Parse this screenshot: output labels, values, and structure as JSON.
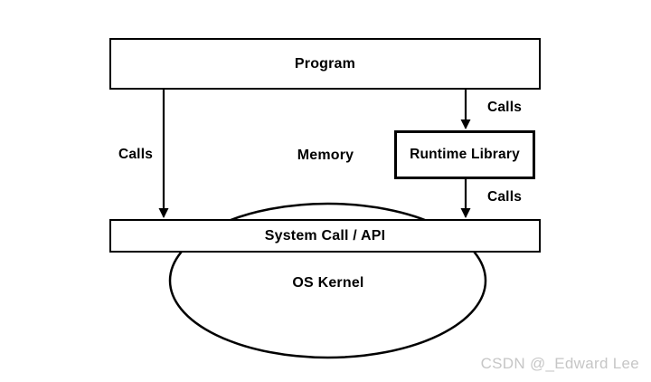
{
  "diagram": {
    "nodes": {
      "program": {
        "label": "Program"
      },
      "runtime_library": {
        "label": "Runtime Library"
      },
      "system_call": {
        "label": "System Call / API"
      },
      "os_kernel": {
        "label": "OS Kernel"
      }
    },
    "edge_labels": {
      "calls_left": "Calls",
      "calls_top_right": "Calls",
      "calls_bottom_right": "Calls",
      "memory": "Memory"
    },
    "edges": [
      {
        "from": "program",
        "to": "system_call",
        "label": "Calls"
      },
      {
        "from": "program",
        "to": "runtime_library",
        "label": "Calls"
      },
      {
        "from": "runtime_library",
        "to": "system_call",
        "label": "Calls"
      }
    ],
    "colors": {
      "line": "#000000",
      "background": "#ffffff",
      "watermark_text": "#c6c6c6"
    }
  },
  "watermark": {
    "text": "CSDN @_Edward Lee"
  }
}
